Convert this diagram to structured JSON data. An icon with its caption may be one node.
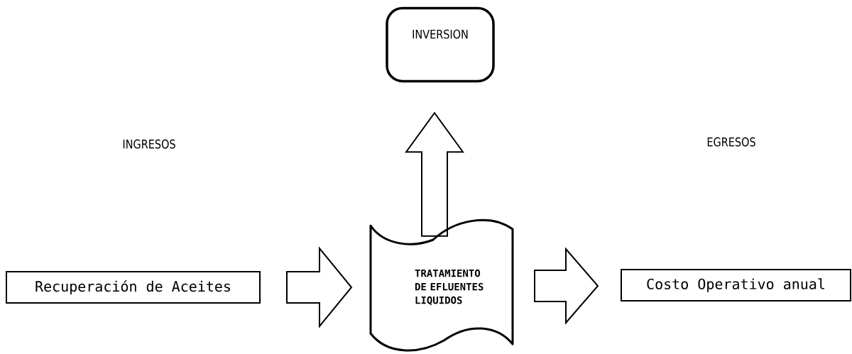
{
  "diagram": {
    "nodes": [
      {
        "text": [
          "INVERSION"
        ]
      },
      {
        "text": [
          "Recuperación de Aceites"
        ]
      },
      {
        "text": [
          "TRATAMIENTO DE EFLUENTES LIQUIDOS"
        ]
      },
      {
        "text": [
          "Costo Operativo anual"
        ]
      }
    ],
    "edges": [
      {
        "from": 1,
        "to": 2,
        "arrow": "to"
      },
      {
        "from": 2,
        "to": 0,
        "arrow": "to"
      },
      {
        "from": 2,
        "to": 3,
        "arrow": "to"
      }
    ],
    "labels": [
      "INGRESOS",
      "EGRESOS"
    ]
  }
}
